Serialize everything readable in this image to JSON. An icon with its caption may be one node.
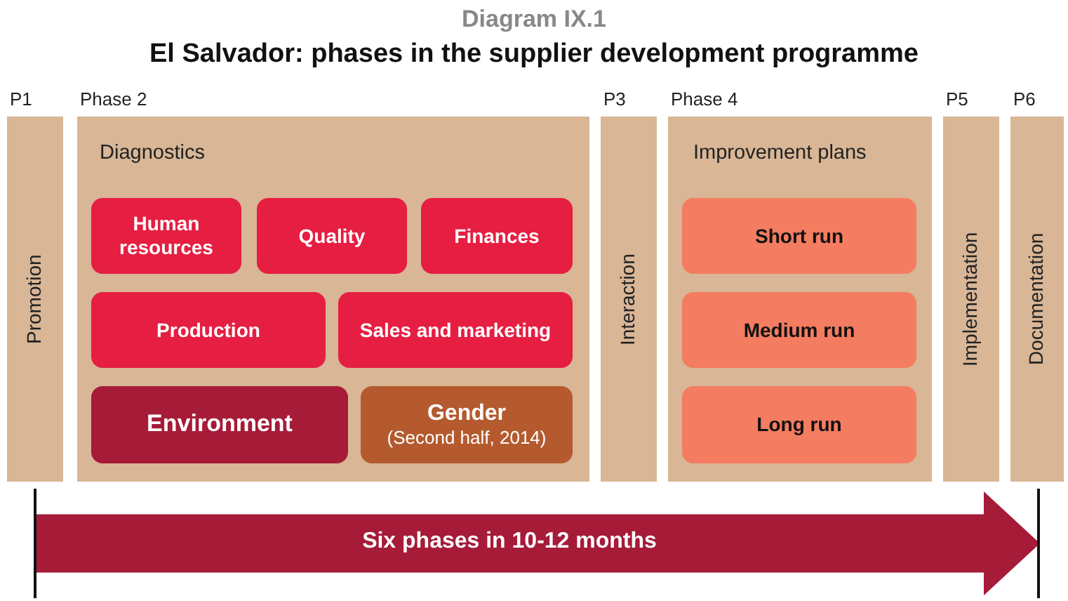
{
  "diagram": {
    "title": "El Salvador: phases in the supplier development programme",
    "nodes": [
      {
        "text": [
          "P1",
          "Promotion"
        ]
      },
      {
        "text": [
          "Phase 2",
          "Diagnostics"
        ]
      },
      {
        "text": [
          "Human resources"
        ],
        "in": 1
      },
      {
        "text": [
          "Quality"
        ],
        "in": 1
      },
      {
        "text": [
          "Finances"
        ],
        "in": 1
      },
      {
        "text": [
          "Production"
        ],
        "in": 1
      },
      {
        "text": [
          "Sales and marketing"
        ],
        "in": 1
      },
      {
        "text": [
          "Environment"
        ],
        "in": 1
      },
      {
        "text": [
          "Gender",
          "(Second half, 2014)"
        ],
        "in": 1
      },
      {
        "text": [
          "P3",
          "Interaction"
        ]
      },
      {
        "text": [
          "Phase 4",
          "Improvement plans"
        ]
      },
      {
        "text": [
          "Short run"
        ],
        "in": 10
      },
      {
        "text": [
          "Medium run"
        ],
        "in": 10
      },
      {
        "text": [
          "Long run"
        ],
        "in": 10
      },
      {
        "text": [
          "P5",
          "Implementation"
        ]
      },
      {
        "text": [
          "P6",
          "Documentation"
        ]
      },
      {
        "text": [
          "Six phases in 10-12 months"
        ]
      }
    ],
    "labels": [
      "Diagram IX.1"
    ]
  }
}
